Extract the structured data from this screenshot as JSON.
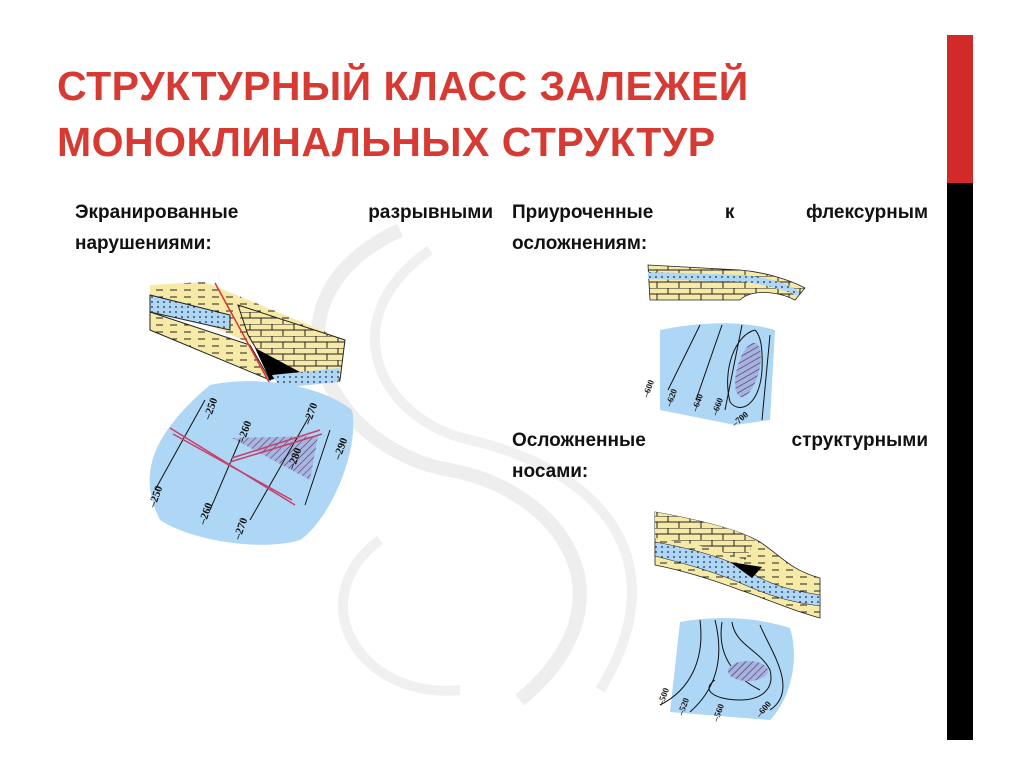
{
  "title": {
    "line1": "СТРУКТУРНЫЙ КЛАСС ЗАЛЕЖЕЙ",
    "line2": "МОНОКЛИНАЛЬНЫХ СТРУКТУР"
  },
  "sections": [
    {
      "line1": "Экранированные разрывными",
      "line2": "нарушениями:"
    },
    {
      "line1": "Приуроченные к флексурным",
      "line2": "осложнениям:"
    },
    {
      "line1": "Осложненные структурными",
      "line2": "носами:"
    }
  ],
  "diagram1": {
    "contours": [
      "–250",
      "–260",
      "–270",
      "–280",
      "–290",
      "–250",
      "–260",
      "–270"
    ]
  },
  "diagram2": {
    "contours": [
      "–600",
      "–620",
      "–640",
      "–660",
      "–700"
    ]
  },
  "diagram3": {
    "contours": [
      "–500",
      "–520",
      "–560",
      "–600"
    ]
  },
  "colors": {
    "accent": "#d12a28",
    "water": "#aed6f5",
    "rock": "#f6eaa6"
  }
}
